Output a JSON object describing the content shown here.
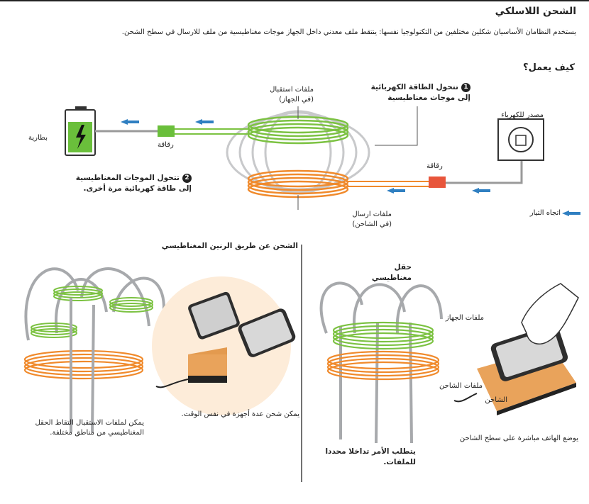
{
  "header": {
    "title": "الشحن اللاسلكي",
    "subtitle": "يستخدم النظامان الأساسيان شكلين مختلفين من التكنولوجيا نفسها: ينتقط ملف معدني داخل الجهاز موجات مغناطيسية من ملف للارسال في سطح الشحن."
  },
  "how_it_works": {
    "heading": "كيف يعمل؟",
    "step1_number": "1",
    "step1_text": "تتحول الطاقة الكهربائية إلى موجات مغناطيسية",
    "step2_number": "2",
    "step2_text": "تتحول الموجات المغناطيسية إلى طاقة كهربائية مرة أخرى.",
    "receiver_coils": "ملفات استقبال (في الجهاز)",
    "transmitter_coils": "ملفات ارسال (في الشاحن)",
    "power_source": "مصدر للكهرباء",
    "battery": "بطارية",
    "chip_top": "رقاقة",
    "chip_bottom": "رقاقة",
    "legend_current": "اتجاه التيار"
  },
  "resonance": {
    "heading": "الشحن عن طريق الرنين المغناطيسي",
    "caption_multi_devices": "يمكن شحن عدة أجهزة في نفس الوقت.",
    "caption_multi_zones": "يمكن لملفات الاستقبال التقاط الحقل المغناطيسي من مناطق مختلفة."
  },
  "induction": {
    "magnetic_field": "حقل مغناطيسي",
    "device_coils": "ملفات الجهاز",
    "charger_coils": "ملفات الشاحن",
    "charger": "الشاحن",
    "caption_alignment": "يتطلب الأمر تداخلا محددا للملفات.",
    "caption_phone": "يوضع الهاتف مباشرة على سطح الشاحن"
  },
  "colors": {
    "receiver_coil": "#7cc242",
    "transmitter_coil": "#f08a2c",
    "chip_green": "#6abf3b",
    "chip_red": "#e8553b",
    "arrow_blue": "#2f7fc1",
    "field_gray": "#a7a9ac"
  }
}
